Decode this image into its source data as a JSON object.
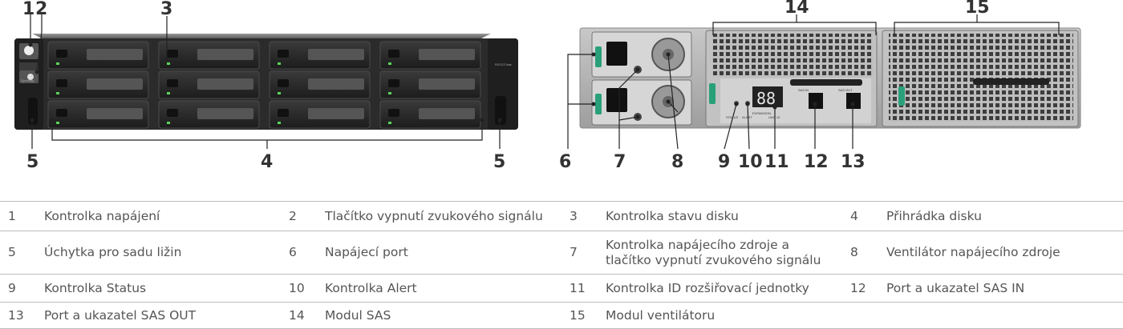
{
  "callouts": {
    "c1": "1",
    "c2": "2",
    "c3": "3",
    "c4": "4",
    "c5a": "5",
    "c5b": "5",
    "c6": "6",
    "c7": "7",
    "c8": "8",
    "c9": "9",
    "c10": "10",
    "c11": "11",
    "c12": "12",
    "c13": "13",
    "c14": "14",
    "c15": "15"
  },
  "device_text": {
    "front_model": "RX1217sas",
    "front_brand": "Synology",
    "status_led": "STATUS",
    "alert_led": "ALERT",
    "expansion_label": "EXPANSION",
    "unit_id_label": "UNIT ID",
    "digit_display": "88",
    "sas_in": "SAS IN",
    "sas_out": "SAS OUT"
  },
  "legend": [
    [
      {
        "num": "1",
        "label": "Kontrolka napájení"
      },
      {
        "num": "2",
        "label": "Tlačítko vypnutí zvukového signálu"
      },
      {
        "num": "3",
        "label": "Kontrolka stavu disku"
      },
      {
        "num": "4",
        "label": "Přihrádka disku"
      }
    ],
    [
      {
        "num": "5",
        "label": "Úchytka pro sadu ližin"
      },
      {
        "num": "6",
        "label": "Napájecí port"
      },
      {
        "num": "7",
        "label": "Kontrolka napájecího zdroje a tlačítko vypnutí zvukového signálu"
      },
      {
        "num": "8",
        "label": "Ventilátor napájecího zdroje"
      }
    ],
    [
      {
        "num": "9",
        "label": "Kontrolka Status"
      },
      {
        "num": "10",
        "label": "Kontrolka Alert"
      },
      {
        "num": "11",
        "label": "Kontrolka ID rozšiřovací jednotky"
      },
      {
        "num": "12",
        "label": "Port a ukazatel SAS IN"
      }
    ],
    [
      {
        "num": "13",
        "label": "Port a ukazatel SAS OUT"
      },
      {
        "num": "14",
        "label": "Modul SAS"
      },
      {
        "num": "15",
        "label": "Modul ventilátoru"
      },
      {
        "num": "",
        "label": ""
      }
    ]
  ]
}
